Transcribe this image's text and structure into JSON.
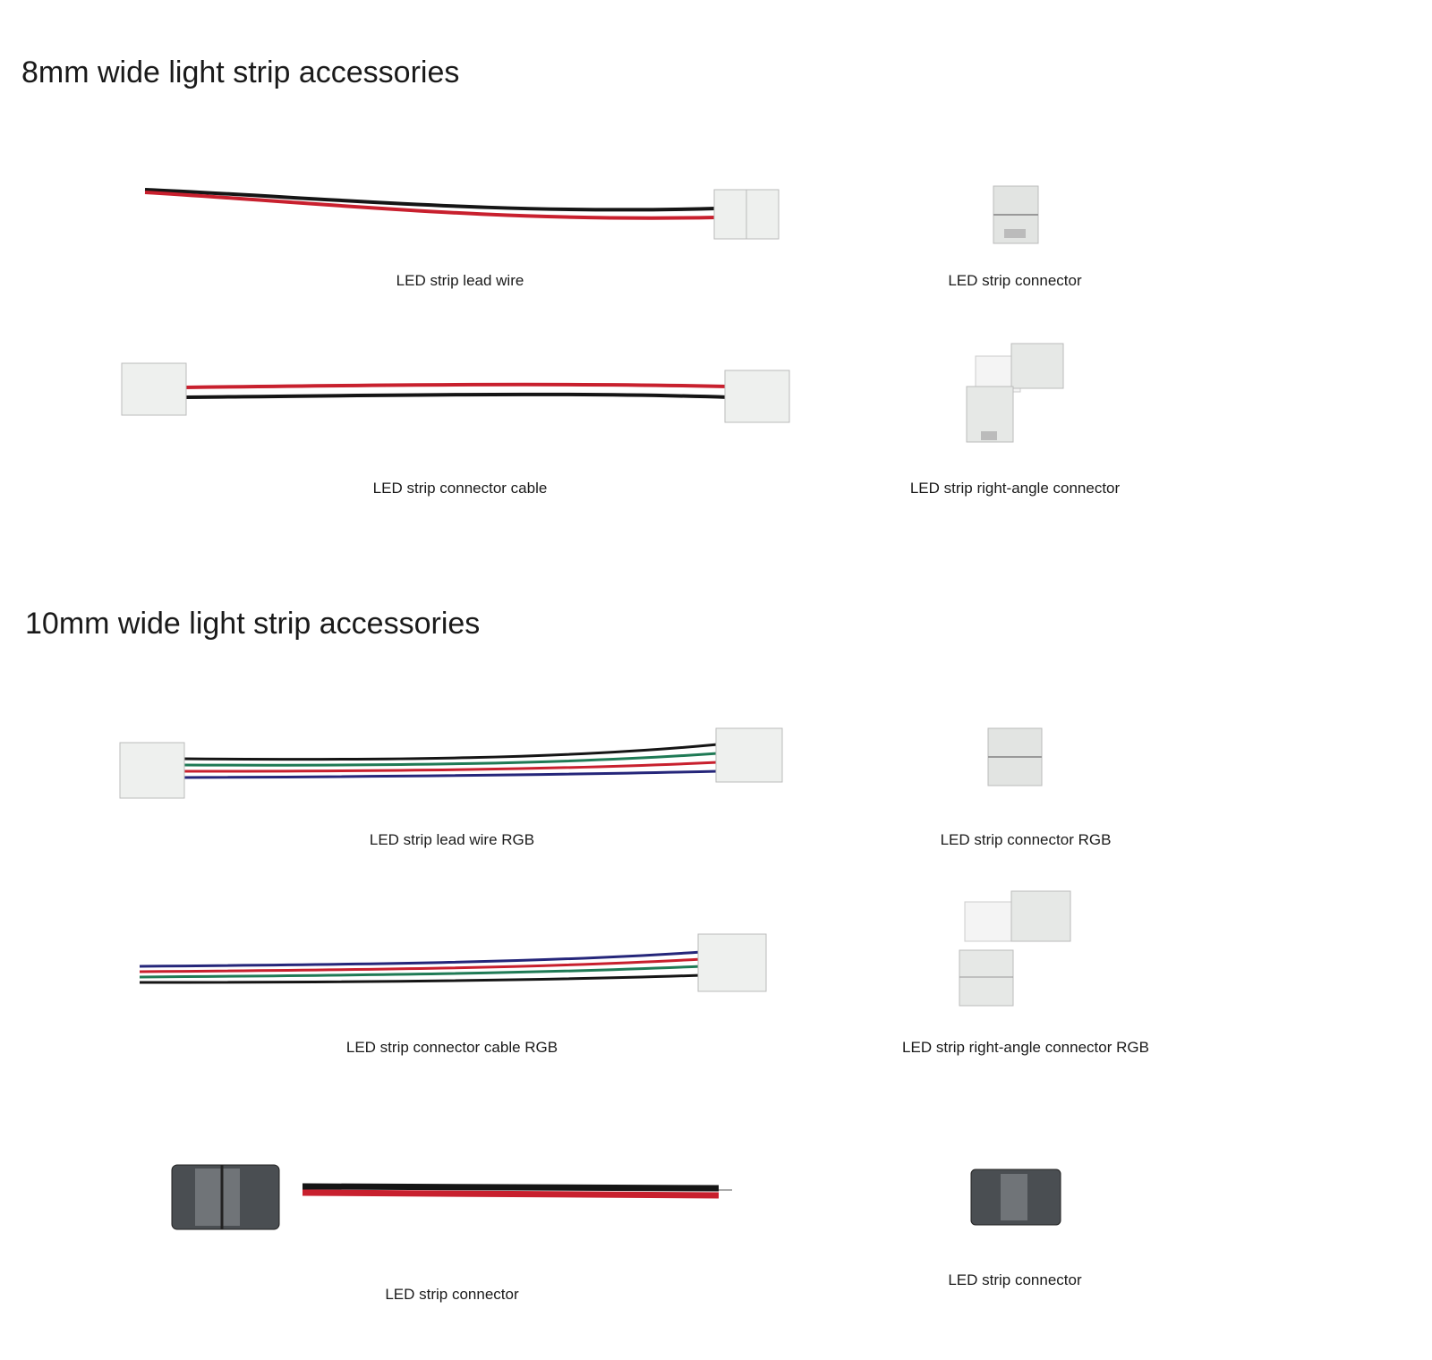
{
  "sections": [
    {
      "title": "8mm wide light strip accessories",
      "items": [
        {
          "label": "LED strip lead wire"
        },
        {
          "label": "LED strip connector"
        },
        {
          "label": "LED strip connector cable"
        },
        {
          "label": "LED strip right-angle connector"
        }
      ]
    },
    {
      "title": "10mm wide light strip accessories",
      "items": [
        {
          "label": "LED strip lead wire RGB"
        },
        {
          "label": "LED strip connector RGB"
        },
        {
          "label": "LED strip connector cable RGB"
        },
        {
          "label": "LED strip right-angle connector RGB"
        },
        {
          "label": "LED strip connector"
        },
        {
          "label": "LED strip connector"
        }
      ]
    }
  ],
  "colors": {
    "wire_red": "#c8202e",
    "wire_black": "#151515",
    "wire_green": "#1f7a55",
    "wire_blue": "#25267a",
    "connector_white": "#eef0ee",
    "connector_dark": "#3a3d40"
  }
}
